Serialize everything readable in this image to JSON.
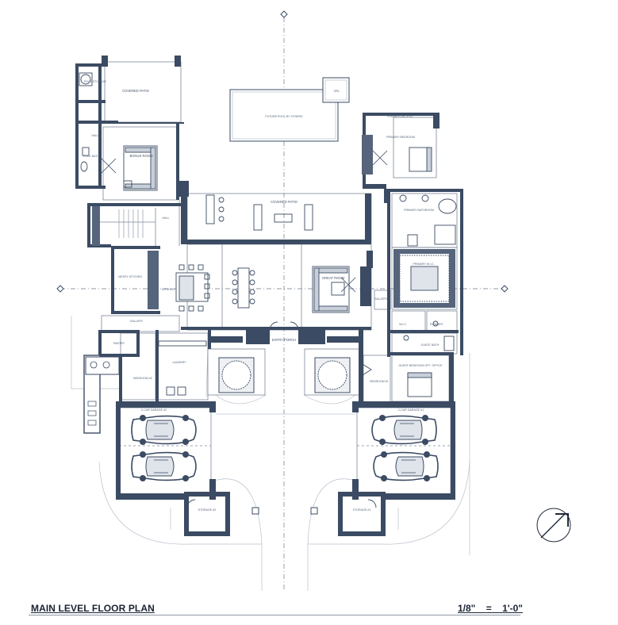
{
  "title": "MAIN LEVEL FLOOR PLAN",
  "scale": {
    "left": "1/8\"",
    "equals": "=",
    "right": "1'-0\""
  },
  "colors": {
    "wall": "#3b4b63",
    "line": "#7d8799",
    "faint": "#b8c0cc",
    "white": "#ffffff"
  },
  "icons": {
    "north_arrow": "north-arrow-icon"
  },
  "rooms": {
    "covered_patio_top": "COVERED PATIO",
    "pool_storage": "POOL STORAGE",
    "hall": "HALL",
    "pool_bath": "POOL BATH",
    "bonus_room": "BONUS ROOM",
    "future_pool": "FUTURE POOL BY OTHERS",
    "spa": "SPA",
    "primary_recess": "PRIMARY RECESS",
    "primary_bedroom": "PRIMARY BEDROOM",
    "covered_patio_main": "COVERED PATIO",
    "primary_bathroom": "PRIMARY BATHROOM",
    "hall_2": "HALL",
    "primary_wic": "PRIMARY W.I.C.",
    "messy_kitchen": "MESSY KITCHEN",
    "kitchen": "KITCHEN",
    "great_room": "GREAT ROOM",
    "gallery": "GALLERY",
    "gallery_2": "GALLERY",
    "pantry": "PANTRY",
    "entry_porch": "ENTRY PORCH",
    "laundry": "LAUNDRY",
    "guest_bath": "GUEST BATH",
    "bedroom_2": "BEDROOM #2",
    "guest_bedroom": "GUEST BEDROOM OPT. OFFICE",
    "bedroom_1": "BEDROOM #1",
    "garage_2": "2-CAR GARAGE #2",
    "garage_1": "2-CAR GARAGE #1",
    "storage_2": "STORAGE #2",
    "storage_1": "STORAGE #1",
    "powder": "POWDER",
    "wic": "W.I.C."
  }
}
